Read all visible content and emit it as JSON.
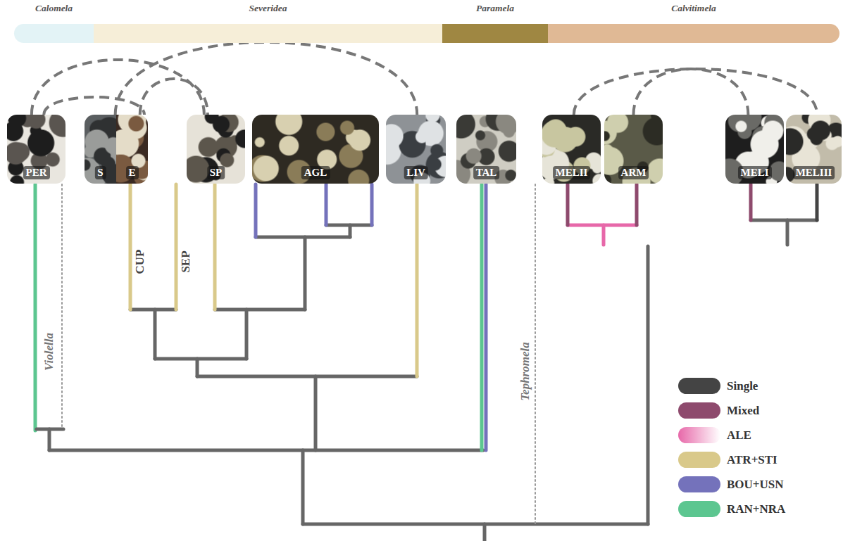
{
  "diagram": {
    "nodes": [
      {
        "text": [
          "Calomela"
        ]
      },
      {
        "text": [
          "Severidea"
        ]
      },
      {
        "text": [
          "Paramela"
        ]
      },
      {
        "text": [
          "Calvitimela"
        ]
      },
      {
        "text": [
          "PER"
        ]
      },
      {
        "text": [
          "S"
        ]
      },
      {
        "text": [
          "E"
        ]
      },
      {
        "text": [
          "SP"
        ]
      },
      {
        "text": [
          "AGL"
        ]
      },
      {
        "text": [
          "LIV"
        ]
      },
      {
        "text": [
          "TAL"
        ]
      },
      {
        "text": [
          "MELII"
        ]
      },
      {
        "text": [
          "ARM"
        ]
      },
      {
        "text": [
          "MELI"
        ]
      },
      {
        "text": [
          "MELIII"
        ]
      }
    ],
    "edges": [
      {
        "from": 4,
        "to": 7,
        "arrow": "none"
      },
      {
        "from": 4,
        "to": 6,
        "arrow": "none"
      },
      {
        "from": 5,
        "to": 9,
        "arrow": "none"
      },
      {
        "from": 6,
        "to": 7,
        "arrow": "none"
      },
      {
        "from": 11,
        "to": 14,
        "arrow": "none"
      },
      {
        "from": 12,
        "to": 13,
        "arrow": "none"
      }
    ],
    "labels": [
      "CUP",
      "SEP",
      "Violella",
      "Tephromela"
    ],
    "legend": [
      {
        "text": "Single",
        "color": "#444444"
      },
      {
        "text": "Mixed",
        "color": "#8e4a6d"
      },
      {
        "text": "ALE",
        "color": "#e768a9"
      },
      {
        "text": "ATR+STI",
        "color": "#d9c98a"
      },
      {
        "text": "BOU+USN",
        "color": "#7472bb"
      },
      {
        "text": "RAN+NRA",
        "color": "#5cc690"
      }
    ]
  }
}
